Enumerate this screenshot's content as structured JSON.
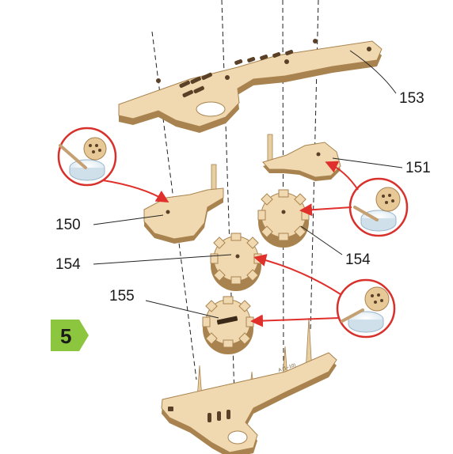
{
  "step": {
    "number": "5",
    "badge_color": "#8cc63f"
  },
  "parts": {
    "p153": "153",
    "p151": "151",
    "p150": "150",
    "p154_left": "154",
    "p154_right": "154",
    "p155": "155"
  },
  "base_marking": "A (1~10)",
  "colors": {
    "wood": "#f0d9b0",
    "wood_edge": "#a9834f",
    "wood_dark": "#7a5a32",
    "arrow": "#e0302c",
    "glue_ring": "#d8302a"
  },
  "icons": [
    "glue-gear-icon",
    "glue-gear-icon",
    "glue-gear-icon",
    "glue-gear-icon"
  ]
}
